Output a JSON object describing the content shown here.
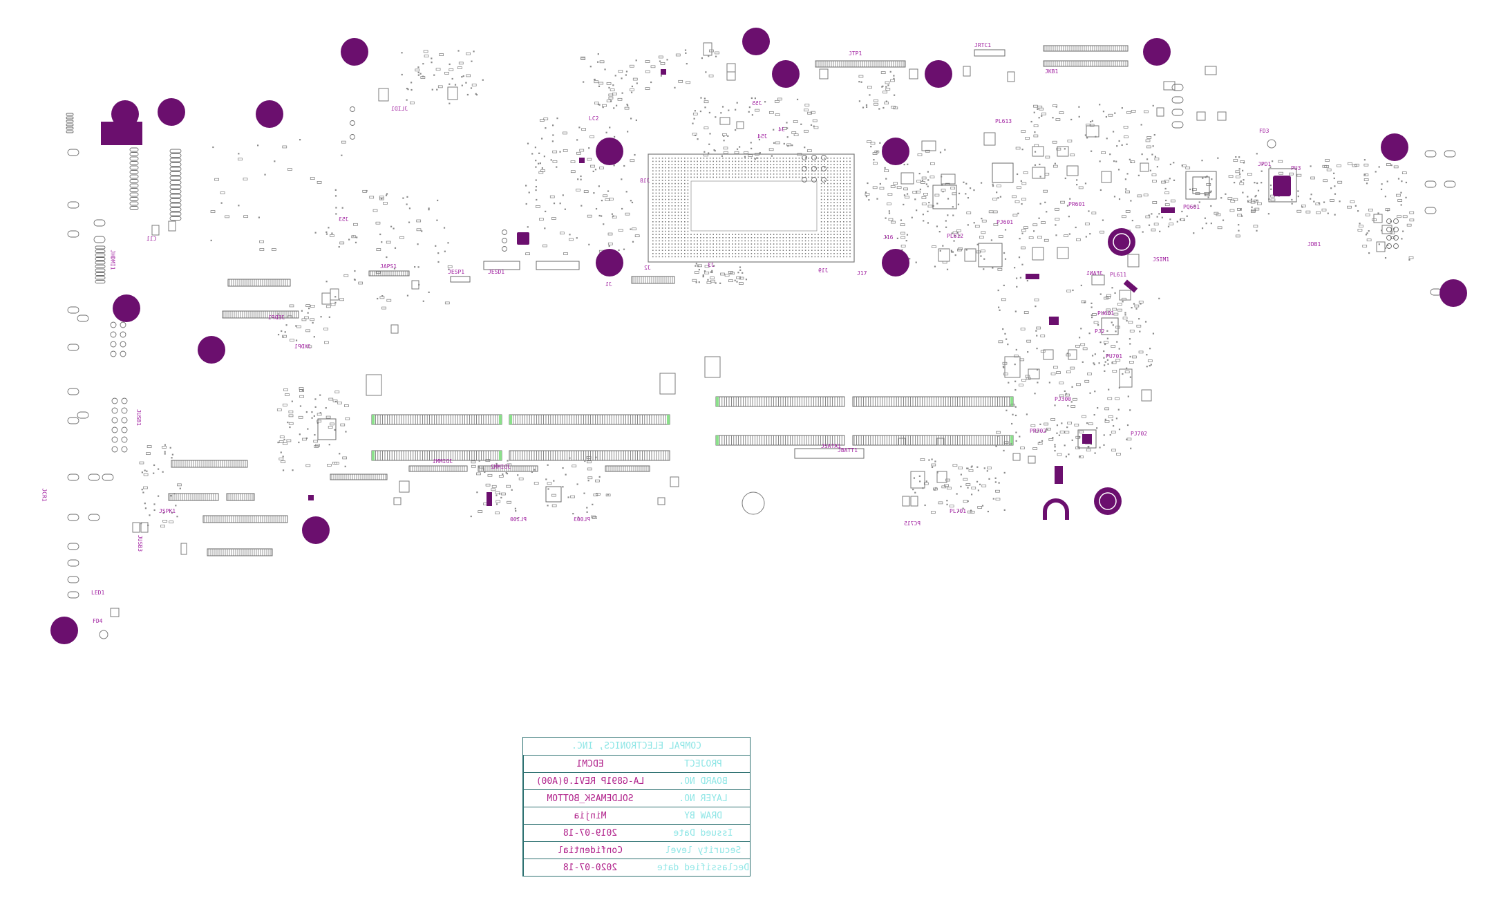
{
  "colors": {
    "background": "#ffffff",
    "silkscreen": "#a020a0",
    "hole": "#6b0f6e",
    "outline": "#7a7a7a",
    "titleblock_line": "#2a6f6f",
    "titleblock_key": "#8fe6e6",
    "titleblock_value": "#b0208a",
    "pad_highlight": "#8be08b"
  },
  "title_block": {
    "company": "COMPAL ELECTRONICS, INC.",
    "rows": [
      {
        "key": "PROJECT",
        "value": "EDCM1"
      },
      {
        "key": "BOARD NO.",
        "value": "LA-G891P REV1.0(A00)"
      },
      {
        "key": "LAYER NO.",
        "value": "SOLDEMASK_BOTTOM"
      },
      {
        "key": "DRAW BY",
        "value": "Minjia"
      },
      {
        "key": "Issued Date",
        "value": "2019-07-18"
      },
      {
        "key": "Security level",
        "value": "Confidential"
      },
      {
        "key": "Declassified date",
        "value": "2020-07-18"
      }
    ]
  },
  "ref_labels": [
    "FD3",
    "FD4",
    "PL613",
    "PL612",
    "PL611",
    "PL701",
    "PL100",
    "PL003",
    "PJ601",
    "PJ702",
    "PJ2",
    "PJ300",
    "JDB1",
    "JESP1",
    "JESD1",
    "JAPS1",
    "JDIMM2",
    "JDIMM1",
    "JSATA1",
    "JBATT1",
    "JEDP1",
    "JXDP1",
    "JSPK1",
    "JHDMI1",
    "JUSB1",
    "JUSB3",
    "JRTC1",
    "JPD1",
    "LED1",
    "LC2",
    "PC715",
    "PU601",
    "PU701",
    "PQ601",
    "PU3",
    "PR601",
    "PR702",
    "C11",
    "J53",
    "J54",
    "J55",
    "J16",
    "J17",
    "J18",
    "J19",
    "J1",
    "J2",
    "J3",
    "J4",
    "JFAN1",
    "JSIM1",
    "JTP1",
    "JKB1",
    "JLID1",
    "JCR1"
  ]
}
